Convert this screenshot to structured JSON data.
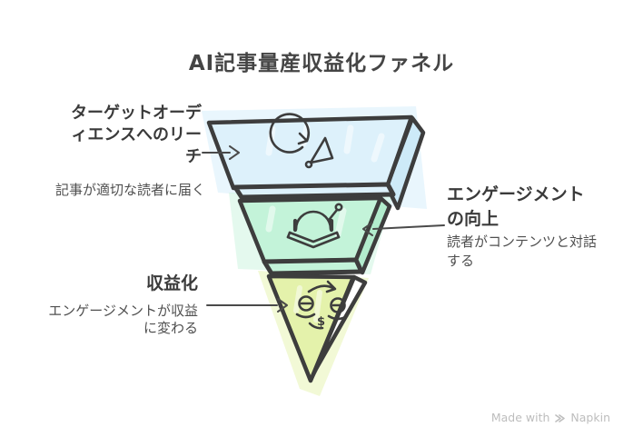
{
  "title": "AI記事量産収益化ファネル",
  "colors": {
    "background": "#ffffff",
    "ink": "#3d3d3d",
    "connector": "#4a4a4a",
    "label_strong": "#3a3a3a",
    "label_muted": "#4f4f4f",
    "title_color": "#454545",
    "footer_gray": "#bdbdbd"
  },
  "funnel": {
    "stages": [
      {
        "id": "reach",
        "label": "ターゲットオーディエンスへのリーチ",
        "label_lines": [
          "ターゲットオーデ",
          "ィエンスへのリー",
          "チ"
        ],
        "description": "記事が適切な読者に届く",
        "desc_lines": [
          "記事が適切な読者に届く"
        ],
        "icon": "megaphone-cycle-icon",
        "color": "#ddf1fb",
        "side_color": "#cdeaf8",
        "wash_color": "#d7eefb"
      },
      {
        "id": "engagement",
        "label": "エンゲージメントの向上",
        "label_lines": [
          "エンゲージメント",
          "の向上"
        ],
        "description": "読者がコンテンツと対話する",
        "desc_lines": [
          "読者がコンテンツと対話",
          "する"
        ],
        "icon": "reader-antenna-icon",
        "color": "#c3f3d9",
        "side_color": "#b2eccd",
        "wash_color": "#c9f4dd"
      },
      {
        "id": "monetization",
        "label": "収益化",
        "label_lines": [
          "収益化"
        ],
        "description": "エンゲージメントが収益に変わる",
        "desc_lines": [
          "エンゲージメントが収益",
          "に変わる"
        ],
        "icon": "profit-conversion-icon",
        "icon_glyph": "$",
        "color": "#e4f2ab",
        "side_color": "#ffffff",
        "wash_color": "#eaf5ba"
      }
    ]
  },
  "footer": {
    "made_with": "Made with",
    "brand": "Napkin",
    "logo": "napkin-logo-icon"
  }
}
